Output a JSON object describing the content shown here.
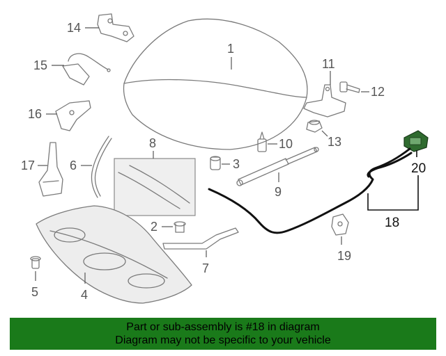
{
  "callouts": {
    "c1": "1",
    "c2": "2",
    "c3": "3",
    "c4": "4",
    "c5": "5",
    "c6": "6",
    "c7": "7",
    "c8": "8",
    "c9": "9",
    "c10": "10",
    "c11": "11",
    "c12": "12",
    "c13": "13",
    "c14": "14",
    "c15": "15",
    "c16": "16",
    "c17": "17",
    "c18": "18",
    "c19": "19",
    "c20": "20"
  },
  "highlight_part": "18",
  "colors": {
    "banner_bg": "#1a7a1a",
    "highlight_part": "#111111",
    "other_parts": "#7a7a7a",
    "latch_part": "#2f6b2f"
  },
  "banner": {
    "line1": "Part or sub-assembly is #18 in diagram",
    "line2": "Diagram may not be specific to your vehicle"
  }
}
